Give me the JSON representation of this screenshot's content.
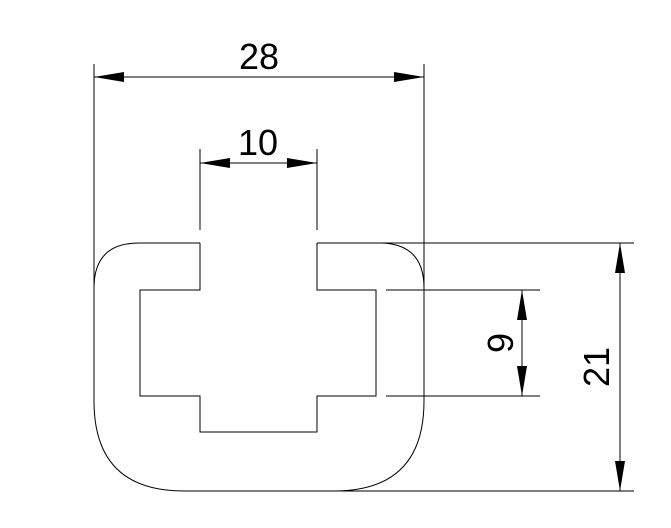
{
  "dimensions": {
    "outer_width": "28",
    "slot_width": "10",
    "inner_height": "9",
    "outer_height": "21"
  }
}
